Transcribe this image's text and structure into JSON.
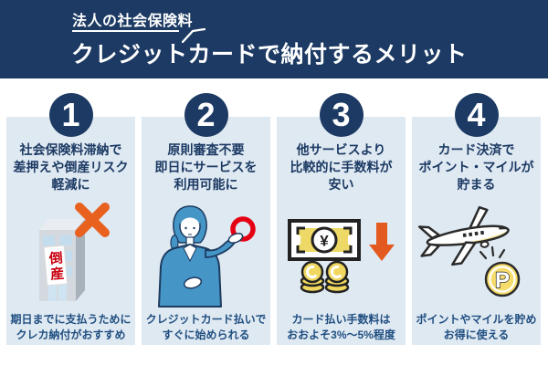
{
  "header": {
    "label": "法人の社会保険料",
    "title": "クレジットカードで納付するメリット"
  },
  "colors": {
    "navy": "#1c3a63",
    "card_bg": "#dfe9f2",
    "heading_text": "#1c3a63",
    "caption_text": "#1f4e80",
    "orange": "#e8611f",
    "red": "#d7000f",
    "ring_red": "#e60013",
    "suit_blue": "#4596c7",
    "money_yellow": "#eed967"
  },
  "cards": [
    {
      "number": "1",
      "heading_lines": [
        "社会保険料滞納で",
        "差押えや倒産リスク",
        "軽減に"
      ],
      "caption_lines": [
        "期日までに支払うために",
        "クレカ納付がおすすめ"
      ],
      "icon": "bankrupt-building-cross-icon",
      "icon_label": "倒産"
    },
    {
      "number": "2",
      "heading_lines": [
        "原則審査不要",
        "即日にサービスを",
        "利用可能に"
      ],
      "caption_lines": [
        "クレジットカード払いで",
        "すぐに始められる"
      ],
      "icon": "businesswoman-ok-icon"
    },
    {
      "number": "3",
      "heading_lines": [
        "他サービスより",
        "比較的に手数料が",
        "安い"
      ],
      "caption_lines": [
        "カード払い手数料は",
        "おおよそ3%〜5%程度"
      ],
      "icon": "yen-bill-coins-down-arrow-icon",
      "currency_symbol": "¥"
    },
    {
      "number": "4",
      "heading_lines": [
        "カード決済で",
        "ポイント・マイルが",
        "貯まる"
      ],
      "caption_lines": [
        "ポイントやマイルを貯め",
        "お得に使える"
      ],
      "icon": "airplane-point-coin-icon",
      "coin_letter": "P"
    }
  ]
}
